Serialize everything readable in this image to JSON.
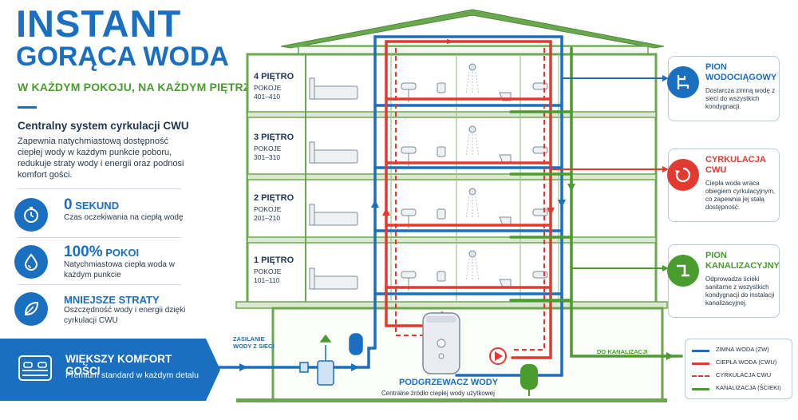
{
  "header": {
    "title_line1": "INSTANT",
    "title_line2": "GORĄCA WODA",
    "subtitle": "W KAŻDYM POKOJU, NA KAŻDYM PIĘTRZE"
  },
  "intro": {
    "title": "Centralny system cyrkulacji CWU",
    "body": "Zapewnia natychmiastową dostępność ciepłej wody w każdym punkcie poboru, redukuje straty wody i energii oraz podnosi komfort gości."
  },
  "features": [
    {
      "icon": "stopwatch-icon",
      "number": "0",
      "label": " SEKUND",
      "desc": "Czas oczekiwania na ciepłą wodę"
    },
    {
      "icon": "water-drop-icon",
      "number": "100%",
      "label": " POKOI",
      "desc": "Natychmiastowa ciepła woda w każdym punkcie"
    },
    {
      "icon": "leaf-icon",
      "number": "",
      "label": "MNIEJSZE STRATY",
      "desc": "Oszczędność wody i energii dzięki cyrkulacji CWU"
    }
  ],
  "banner": {
    "icon": "bed-icon",
    "title": "WIĘKSZY KOMFORT GOŚCI",
    "subtitle": "Premium standard w każdym detalu"
  },
  "floors": [
    {
      "name": "4 PIĘTRO",
      "rooms_label": "POKOJE",
      "rooms": "401–410"
    },
    {
      "name": "3 PIĘTRO",
      "rooms_label": "POKOJE",
      "rooms": "301–310"
    },
    {
      "name": "2 PIĘTRO",
      "rooms_label": "POKOJE",
      "rooms": "201–210"
    },
    {
      "name": "1 PIĘTRO",
      "rooms_label": "POKOJE",
      "rooms": "101–110"
    }
  ],
  "diagram": {
    "supply_label": "ZASILANIE WODY Z SIECI",
    "sewage_label": "DO KANALIZACJI",
    "heater_title": "PODGRZEWACZ WODY",
    "heater_subtitle": "Centralne źródło ciepłej wody użytkowej"
  },
  "cards": [
    {
      "icon": "pipe-riser-icon",
      "color": "#1a6fc0",
      "title": "PION WODOCIĄGOWY",
      "body": "Dostarcza zimną wodę z sieci do wszystkich kondygnacji."
    },
    {
      "icon": "circulation-icon",
      "color": "#e03a31",
      "title": "CYRKULACJA CWU",
      "body": "Ciepła woda wraca obiegiem cyrkulacyjnym, co zapewnia jej stałą dostępność."
    },
    {
      "icon": "drain-pipe-icon",
      "color": "#4a9c2e",
      "title": "PION KANALIZACYJNY",
      "body": "Odprowadza ścieki sanitarne z wszystkich kondygnacji do instalacji kanalizacyjnej."
    }
  ],
  "legend": [
    {
      "label": "ZIMNA WODA (ZW)",
      "color": "#1a6fc0",
      "style": "solid"
    },
    {
      "label": "CIEPŁA WODA (CWU)",
      "color": "#e03a31",
      "style": "solid"
    },
    {
      "label": "CYRKULACJA CWU",
      "color": "#e03a31",
      "style": "dashed"
    },
    {
      "label": "KANALIZACJA (ŚCIEKI)",
      "color": "#4a9c2e",
      "style": "solid"
    }
  ],
  "colors": {
    "cold_water": "#1a6fc0",
    "hot_water": "#e03a31",
    "sewage": "#4a9c2e",
    "building_frame": "#6aa84f"
  }
}
